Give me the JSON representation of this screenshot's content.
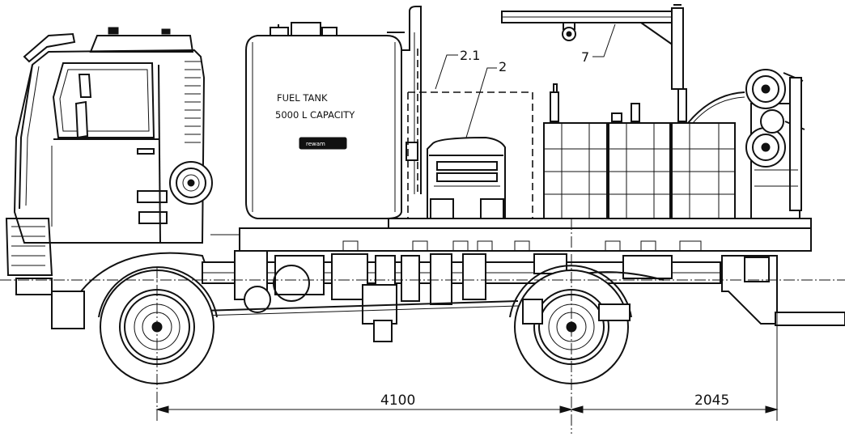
{
  "fuel_tank": {
    "line1": "FUEL TANK",
    "line2": "5000 L CAPACITY",
    "brand_plate": "rewam"
  },
  "callouts": {
    "c21": "2.1",
    "c2": "2",
    "c7": "7"
  },
  "dimensions": {
    "wheelbase": "4100",
    "rear_overhang": "2045"
  }
}
